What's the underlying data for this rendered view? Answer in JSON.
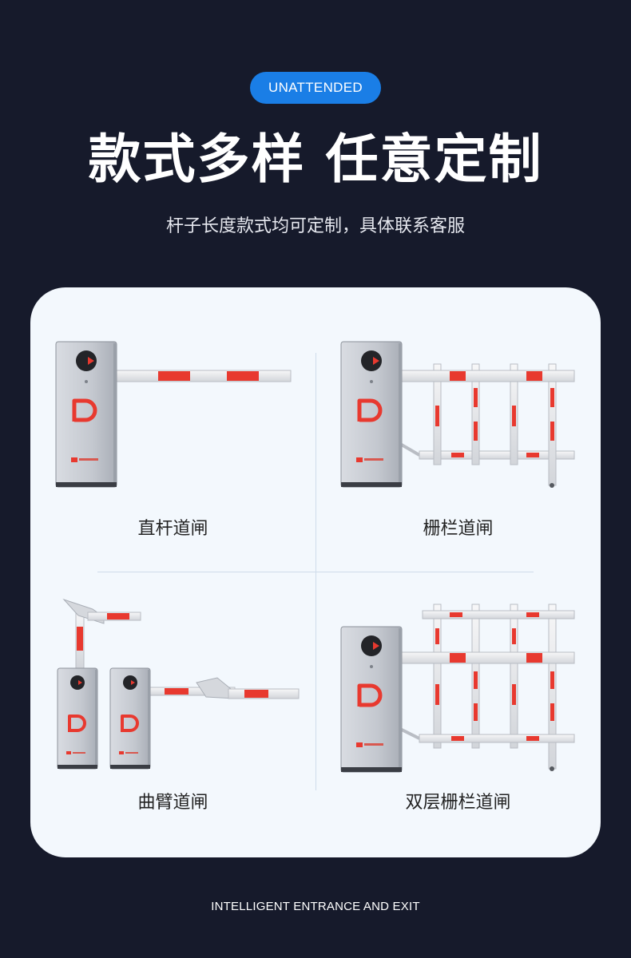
{
  "header": {
    "badge": "UNATTENDED",
    "title": "款式多样 任意定制",
    "subtitle": "杆子长度款式均可定制，具体联系客服"
  },
  "products": [
    {
      "label": "直杆道闸",
      "type": "straight-arm"
    },
    {
      "label": "栅栏道闸",
      "type": "fence"
    },
    {
      "label": "曲臂道闸",
      "type": "folding-arm"
    },
    {
      "label": "双层栅栏道闸",
      "type": "double-fence"
    }
  ],
  "footer": {
    "text": "INTELLIGENT ENTRANCE AND EXIT"
  },
  "colors": {
    "background": "#161a2b",
    "badge": "#1a7ee6",
    "card": "#f3f8fd",
    "accent_red": "#e8392f",
    "housing": "#c7cbd3"
  }
}
